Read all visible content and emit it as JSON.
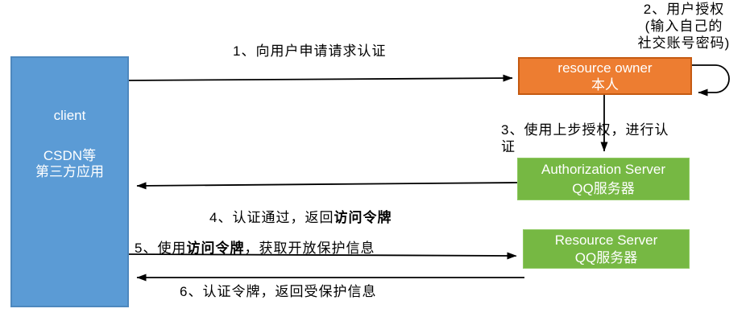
{
  "diagram": {
    "title_semantic": "OAuth authorization flow diagram",
    "boxes": {
      "client": {
        "title": "client",
        "subtitle1": "CSDN等",
        "subtitle2": "第三方应用"
      },
      "resource_owner": {
        "title": "resource owner",
        "subtitle": "本人"
      },
      "auth_server": {
        "title": "Authorization Server",
        "subtitle": "QQ服务器"
      },
      "resource_server": {
        "title": "Resource Server",
        "subtitle": "QQ服务器"
      }
    },
    "steps": {
      "step1": "1、向用户申请请求认证",
      "step2": [
        "2、用户授权",
        "(输入自己的",
        "社交账号密码)"
      ],
      "step3": [
        "3、使用上步授权，进行认",
        "证"
      ],
      "step4": {
        "pre": "4、认证通过，返回",
        "bold": "访问令牌"
      },
      "step5": {
        "pre": "5、使用",
        "bold": "访问令牌",
        "post": "，获取开放保护信息"
      },
      "step6": "6、认证令牌，返回受保护信息"
    },
    "colors": {
      "client_fill": "#5B9BD5",
      "client_border": "#4E88BE",
      "resource_owner_fill": "#ED7D31",
      "resource_owner_border": "#C55A11",
      "server_fill": "#76B843",
      "arrow": "#000000",
      "label_text": "#000000",
      "box_text": "#FFFFFF"
    }
  }
}
